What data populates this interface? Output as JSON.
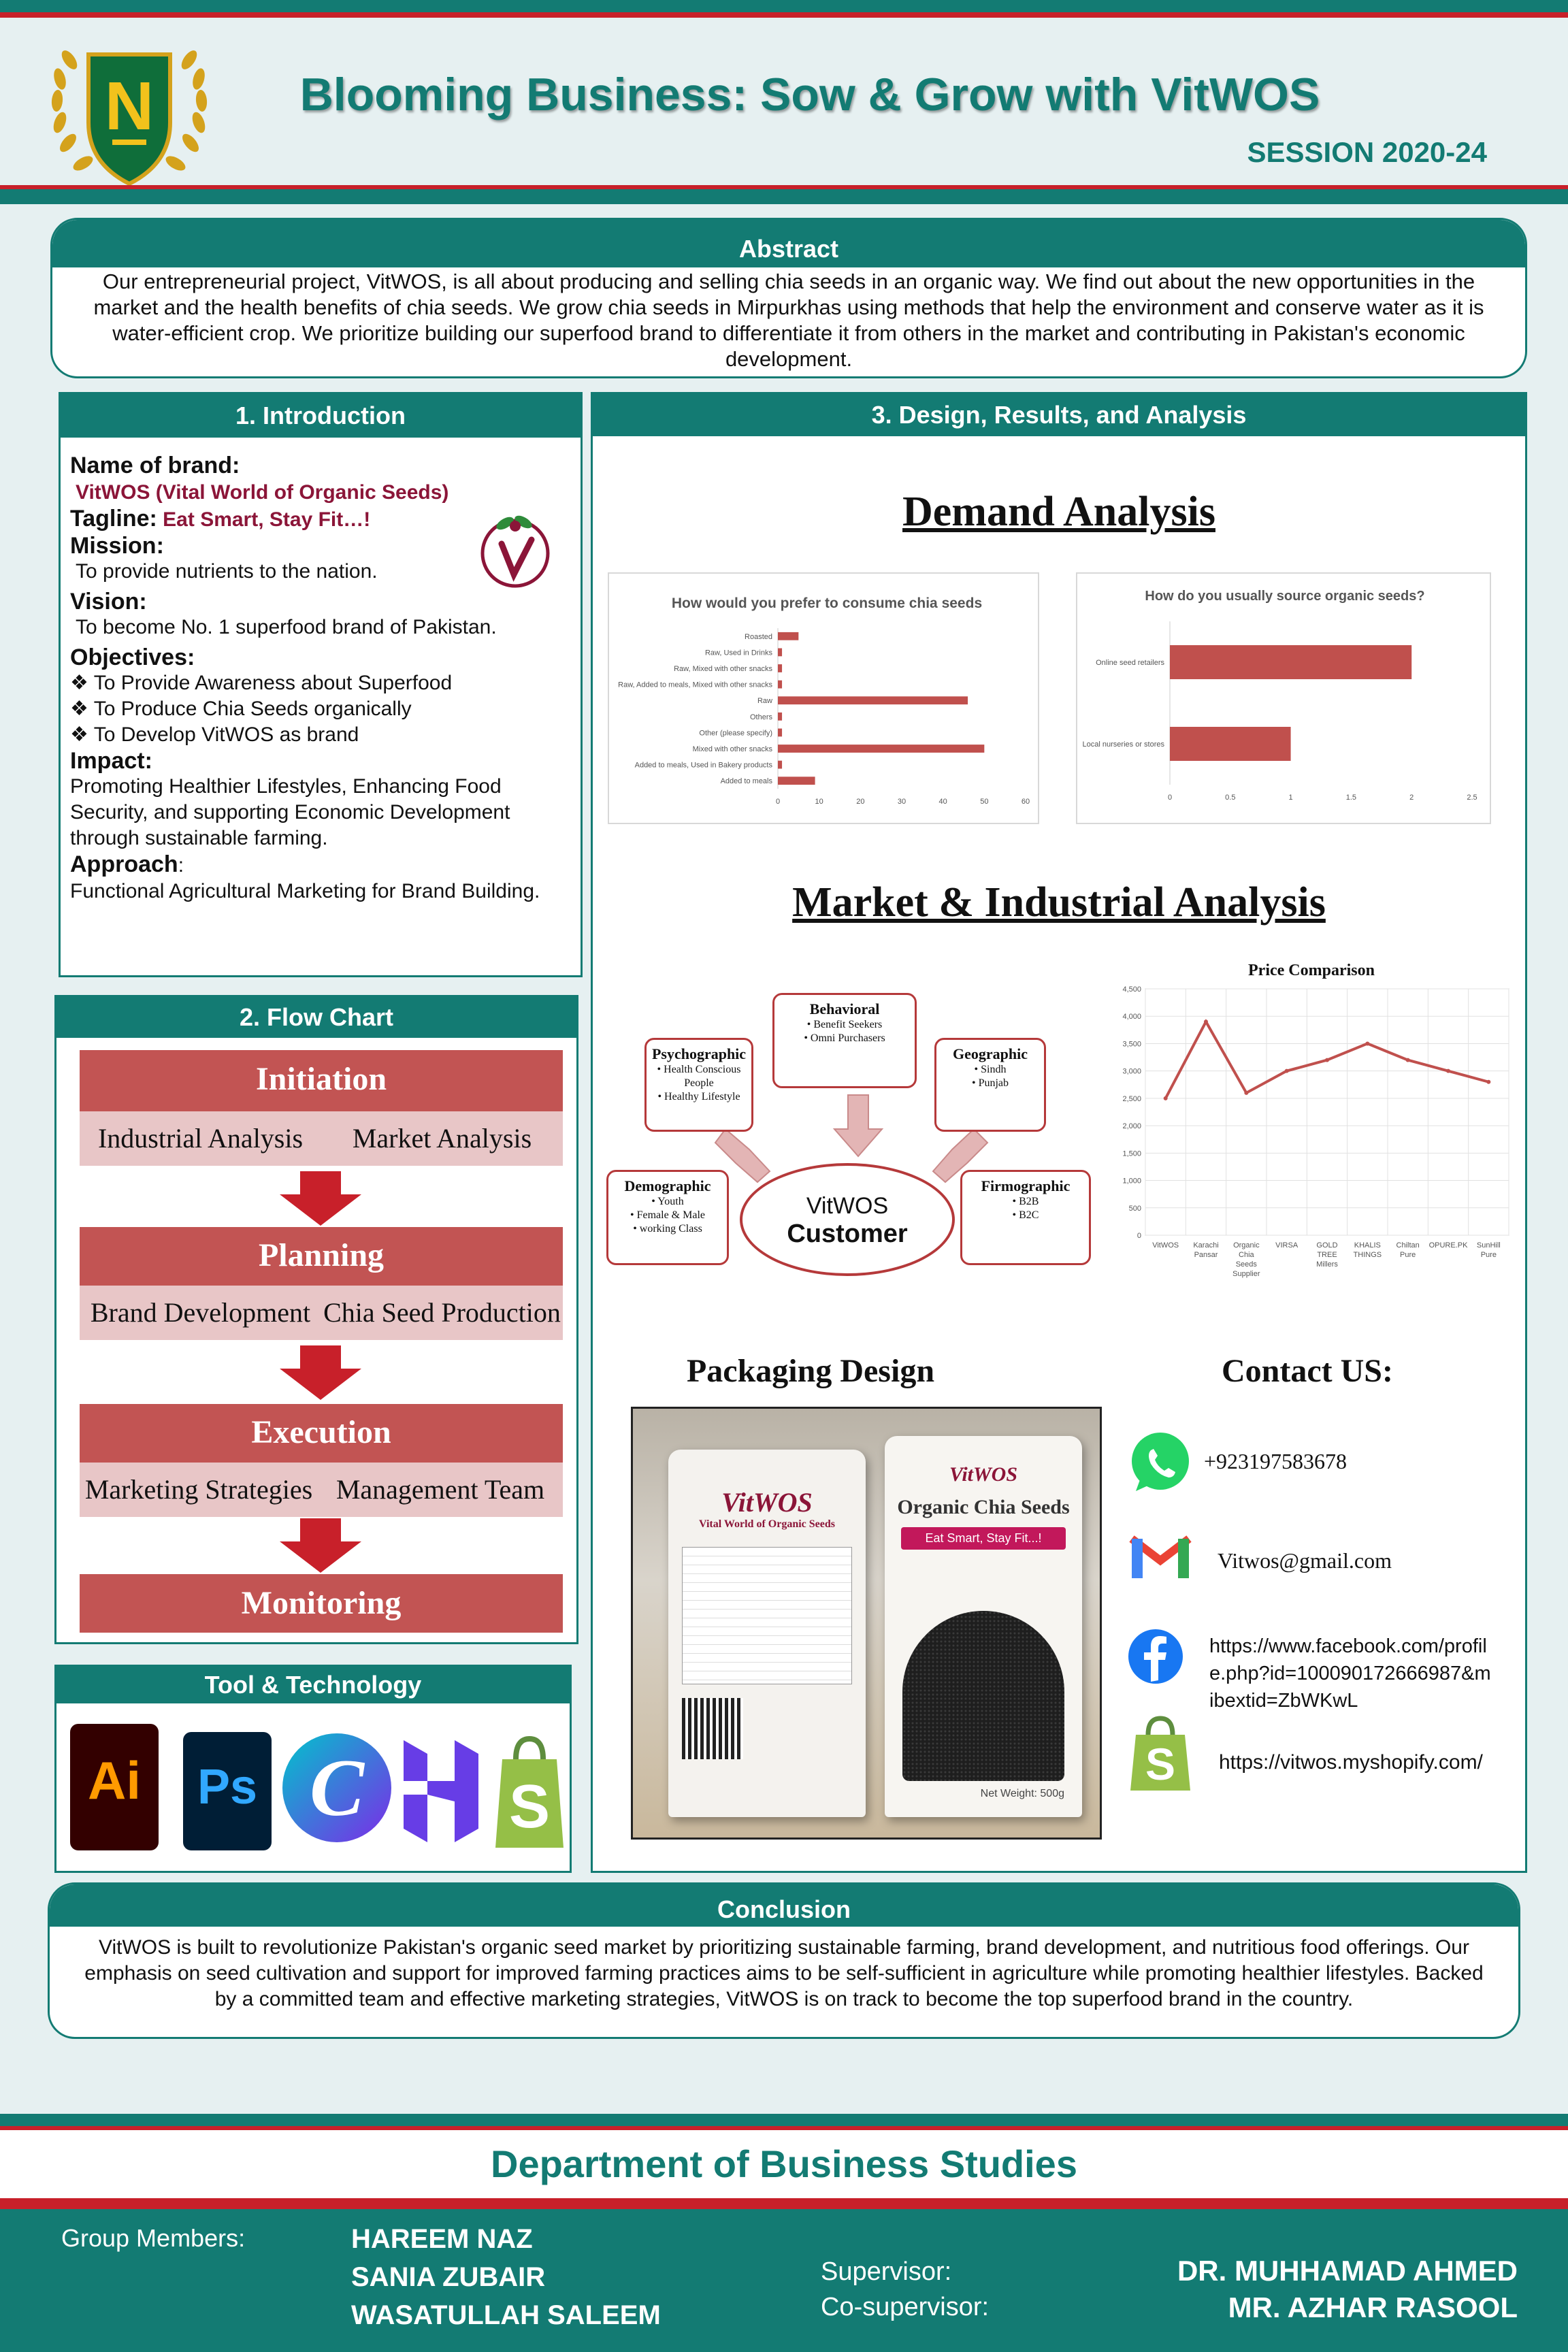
{
  "header": {
    "title": "Blooming Business: Sow & Grow with VitWOS",
    "session": "SESSION 2020-24",
    "logo_letter": "N"
  },
  "abstract": {
    "heading": "Abstract",
    "text": "Our entrepreneurial project, VitWOS, is all about producing and selling chia seeds in an organic way. We find out about the new opportunities in the market and the health benefits of chia seeds. We grow chia seeds in Mirpurkhas using methods that help the environment and conserve water as it is water-efficient crop. We prioritize building our superfood brand to differentiate it from others in the market and contributing in Pakistan's economic development."
  },
  "intro": {
    "heading": "1. Introduction",
    "brand_label": "Name of brand",
    "brand_colon": ":",
    "brand_value": "VitWOS (Vital World of Organic Seeds)",
    "tagline_label": "Tagline:",
    "tagline_value": "Eat Smart, Stay Fit…!",
    "mission_label": "Mission:",
    "mission_value": "To provide nutrients to the nation.",
    "vision_label": "Vision:",
    "vision_value": "To become No. 1 superfood brand of Pakistan.",
    "objectives_label": "Objectives:",
    "objectives": [
      "To Provide Awareness about Superfood",
      "To Produce Chia Seeds organically",
      "To Develop VitWOS as brand"
    ],
    "impact_label": "Impact:",
    "impact_value": "Promoting Healthier Lifestyles, Enhancing Food Security, and supporting Economic Development through sustainable farming.",
    "approach_label": "Approach",
    "approach_colon": ":",
    "approach_value": "Functional Agricultural Marketing for Brand Building."
  },
  "flow": {
    "heading": "2. Flow Chart",
    "stages": [
      {
        "title": "Initiation",
        "left": "Industrial Analysis",
        "right": "Market Analysis"
      },
      {
        "title": "Planning",
        "left": "Brand Development",
        "right": "Chia Seed Production"
      },
      {
        "title": "Execution",
        "left": "Marketing Strategies",
        "right": "Management Team"
      },
      {
        "title": "Monitoring"
      }
    ]
  },
  "tools": {
    "heading": "Tool &  Technology",
    "icons": [
      "illustrator-icon",
      "photoshop-icon",
      "canva-icon",
      "hostinger-icon",
      "shopify-icon"
    ],
    "ai": "Ai",
    "ps": "Ps",
    "canva": "C"
  },
  "design": {
    "heading": "3. Design, Results, and Analysis",
    "demand_title": "Demand Analysis",
    "market_title": "Market & Industrial Analysis",
    "packaging_title": "Packaging Design",
    "contact_title": "Contact US:",
    "package": {
      "brand": "VitWOS",
      "subtitle": "Vital World of Organic Seeds",
      "front_title": "Organic Chia Seeds",
      "front_tagline": "Eat Smart, Stay Fit...!",
      "weight": "Net Weight: 500g"
    }
  },
  "segments": {
    "center_line1": "VitWOS",
    "center_line2": "Customer",
    "items": [
      {
        "title": "Behavioral",
        "points": [
          "• Benefit Seekers",
          "• Omni Purchasers"
        ]
      },
      {
        "title": "Psychographic",
        "points": [
          "• Health Conscious People",
          "• Healthy Lifestyle"
        ]
      },
      {
        "title": "Geographic",
        "points": [
          "• Sindh",
          "• Punjab"
        ]
      },
      {
        "title": "Demographic",
        "points": [
          "• Youth",
          "• Female & Male",
          "• working Class"
        ]
      },
      {
        "title": "Firmographic",
        "points": [
          "• B2B",
          "• B2C"
        ]
      }
    ]
  },
  "chart_data": [
    {
      "type": "bar",
      "orientation": "horizontal",
      "title": "How would you prefer to consume chia seeds",
      "categories": [
        "Roasted",
        "Raw, Used in Drinks",
        "Raw, Mixed with other snacks",
        "Raw, Added to meals, Mixed with other snacks",
        "Raw",
        "Others",
        "Other (please specify)",
        "Mixed with other snacks",
        "Added to meals, Used in Bakery products",
        "Added to meals"
      ],
      "values": [
        5,
        1,
        1,
        1,
        46,
        1,
        1,
        50,
        1,
        9
      ],
      "xlim": [
        0,
        60
      ],
      "ticks": [
        "0",
        "10",
        "20",
        "30",
        "40",
        "50",
        "60"
      ],
      "color": "#c0504d"
    },
    {
      "type": "bar",
      "orientation": "horizontal",
      "title": "How do you usually source organic seeds?",
      "categories": [
        "Online seed retailers",
        "Local nurseries or stores"
      ],
      "values": [
        2,
        1
      ],
      "xlim": [
        0,
        2.5
      ],
      "ticks": [
        "0",
        "0.5",
        "1",
        "1.5",
        "2",
        "2.5"
      ],
      "color": "#c0504d"
    },
    {
      "type": "line",
      "title": "Price Comparison",
      "categories": [
        "VitWOS",
        "Karachi Pansar",
        "Organic Chia Seeds Supplier",
        "VIRSA",
        "GOLD TREE Millers",
        "KHALIS THINGS",
        "Chiltan Pure",
        "OPURE.PK",
        "SunHill Pure"
      ],
      "values": [
        2500,
        3900,
        2600,
        3000,
        3200,
        3500,
        3200,
        3000,
        2800
      ],
      "ylim": [
        0,
        4500
      ],
      "yticks": [
        "0",
        "500",
        "1,000",
        "1,500",
        "2,000",
        "2,500",
        "3,000",
        "3,500",
        "4,000",
        "4,500"
      ],
      "color": "#c0504d"
    }
  ],
  "contact": {
    "phone": "+923197583678",
    "email": "Vitwos@gmail.com",
    "facebook": "https://www.facebook.com/profile.php?id=100090172666987&mibextid=ZbWKwL",
    "shop": "https://vitwos.myshopify.com/"
  },
  "conclusion": {
    "heading": "Conclusion",
    "text": "VitWOS is built to revolutionize Pakistan's organic seed market by prioritizing sustainable farming, brand development, and nutritious food offerings. Our emphasis on seed cultivation and support for improved farming practices aims to be self-sufficient in agriculture while promoting healthier lifestyles. Backed by a committed team and effective marketing strategies, VitWOS is on track to become the top superfood brand in the country."
  },
  "footer": {
    "department": "Department of Business Studies",
    "members_label": "Group Members:",
    "members": [
      "HAREEM NAZ",
      "SANIA ZUBAIR",
      "WASATULLAH SALEEM"
    ],
    "supervisor_label": "Supervisor:",
    "cosupervisor_label": "Co-supervisor:",
    "supervisor": "DR. MUHHAMAD AHMED",
    "cosupervisor": "MR. AZHAR RASOOL"
  }
}
